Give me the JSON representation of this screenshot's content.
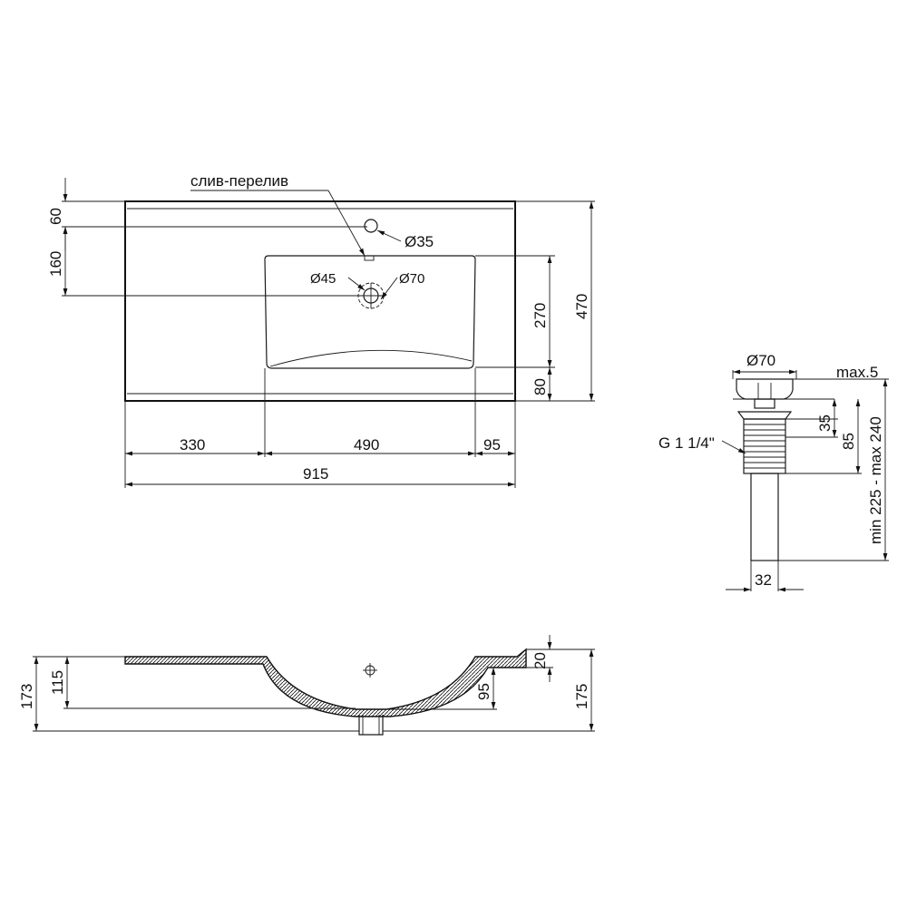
{
  "top_view": {
    "overflow_label": "слив-перелив",
    "hole_label": "Ø35",
    "drain_inner_label": "Ø45",
    "drain_outer_label": "Ø70",
    "dim_60": "60",
    "dim_160": "160",
    "dim_270": "270",
    "dim_470": "470",
    "dim_80": "80",
    "dim_330": "330",
    "dim_490": "490",
    "dim_95": "95",
    "dim_915": "915"
  },
  "drain_view": {
    "dia_label": "Ø70",
    "max_label": "max.5",
    "dim_35": "35",
    "dim_85": "85",
    "range_label": "min 225 - max 240",
    "thread_label": "G 1 1/4\"",
    "pipe_label": "32"
  },
  "side_view": {
    "dim_173": "173",
    "dim_115": "115",
    "dim_95": "95",
    "dim_20": "20",
    "dim_175": "175"
  },
  "colors": {
    "line": "#1a1a1a",
    "background": "#ffffff"
  }
}
